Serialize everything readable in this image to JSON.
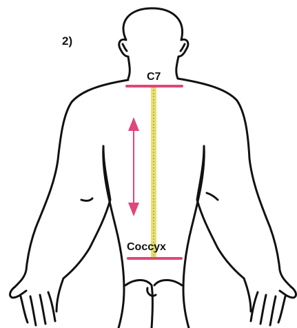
{
  "step_number": "2)",
  "landmarks": {
    "top": "C7",
    "bottom": "Coccyx"
  },
  "icons": {
    "figure": "human-back-outline-icon",
    "measure_line": "spine-tape-measure-icon",
    "arrow": "double-headed-arrow-icon"
  },
  "colors": {
    "outline": "#111111",
    "marker": "#e0457b",
    "tape": "#e8e070",
    "tape_ticks": "#8a7d2a"
  }
}
